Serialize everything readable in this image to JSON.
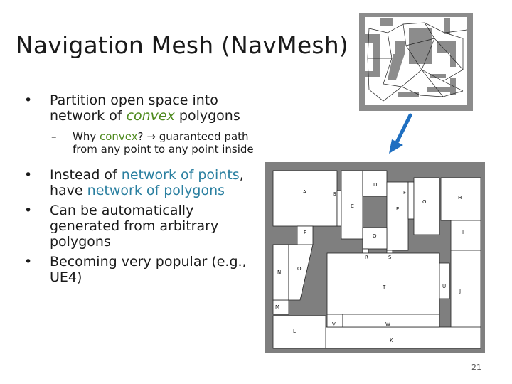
{
  "title": "Navigation Mesh (NavMesh)",
  "bullets": [
    {
      "text_parts": [
        "Partition open space into network of ",
        "convex",
        " polygons"
      ]
    },
    {
      "sub": [
        "Why ",
        "convex",
        "? ",
        "→",
        " guaranteed path from any point to any point inside"
      ]
    },
    {
      "text_parts": [
        "Instead of ",
        "network of points",
        ", have ",
        "network of polygons"
      ]
    },
    {
      "text": "Can be automatically generated from arbitrary polygons"
    },
    {
      "text": "Becoming very popular (e.g., UE4)"
    }
  ],
  "bullet_glyph": "•",
  "dash_glyph": "–",
  "navmesh_labels": [
    "A",
    "B",
    "C",
    "D",
    "E",
    "F",
    "G",
    "H",
    "I",
    "J",
    "K",
    "L",
    "M",
    "N",
    "O",
    "P",
    "Q",
    "R",
    "S",
    "T",
    "U",
    "V",
    "W"
  ],
  "slide_number": "21",
  "colors": {
    "accent_green": "#4e8a1e",
    "accent_teal": "#2a7fa0",
    "arrow_blue": "#1f6fc1"
  }
}
